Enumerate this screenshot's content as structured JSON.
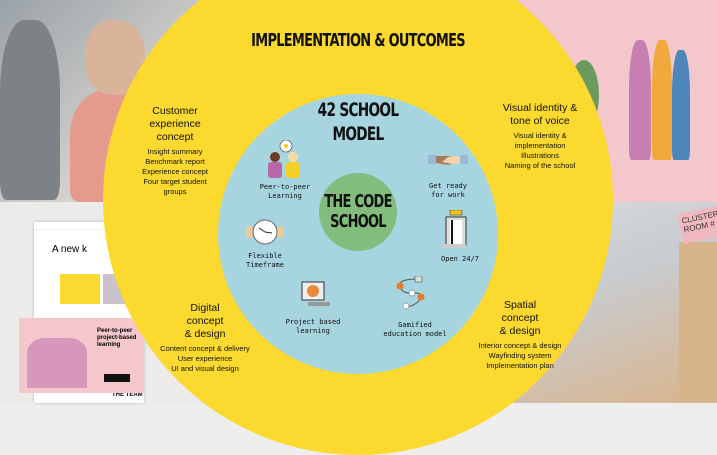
{
  "title": "IMPLEMENTATION & OUTCOMES",
  "model": [
    "42 SCHOOL",
    "MODEL"
  ],
  "center": [
    "THE CODE",
    "SCHOOL"
  ],
  "features": {
    "peer": [
      "Peer-to-peer",
      "Learning"
    ],
    "work": [
      "Get ready",
      "for work"
    ],
    "flex": [
      "Flexible",
      "Timeframe"
    ],
    "open": [
      "Open 24/7"
    ],
    "project": [
      "Project based",
      "learning"
    ],
    "gamified": [
      "Gamified",
      "education model"
    ]
  },
  "outcomes": {
    "customer": {
      "title": [
        "Customer",
        "experience",
        "concept"
      ],
      "items": [
        "Insight summary",
        "Benchmark report",
        "Experience concept",
        "Four target student",
        "groups"
      ]
    },
    "visual": {
      "title": [
        "Visual identity &",
        "tone of voice"
      ],
      "items": [
        "Visual identity &",
        "implementation",
        "Illustrations",
        "Naming of the school"
      ]
    },
    "digital": {
      "title": [
        "Digital",
        "concept",
        "& design"
      ],
      "items": [
        "Content concept & delivery",
        "User experience",
        "UI and visual design"
      ]
    },
    "spatial": {
      "title": [
        "Spatial",
        "concept",
        "& design"
      ],
      "items": [
        "Interior concept & design",
        "Wayfinding system",
        "Implementation plan"
      ]
    }
  },
  "background": {
    "web_heading": "A new k",
    "web_card": [
      "Peer-to-peer",
      "project-based",
      "learning"
    ],
    "web_footer": "THE TEAM",
    "sign": [
      "CLUSTER",
      "ROOM #"
    ]
  },
  "colors": {
    "yellow": "#fbd92e",
    "blue": "#a6d4df",
    "green": "#82bd7e",
    "pink": "#f4c7cc"
  }
}
